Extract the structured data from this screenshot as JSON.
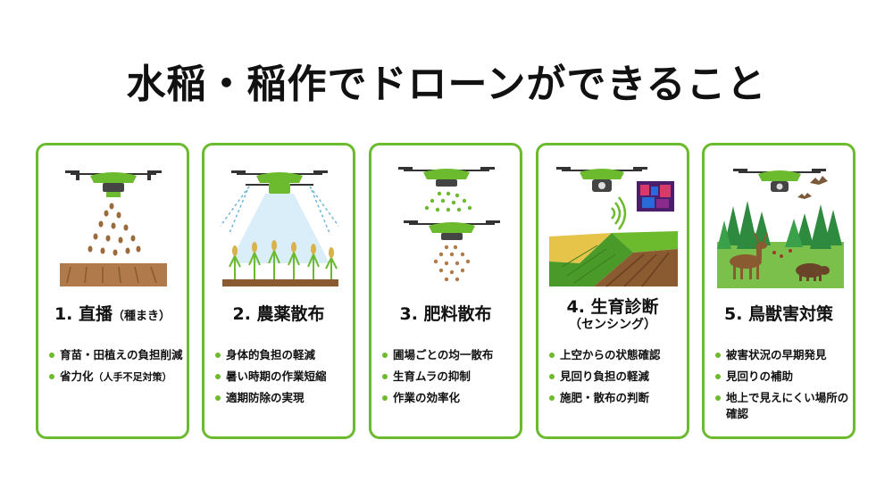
{
  "title": "水稲・稲作でドローンができること",
  "colors": {
    "accent": "#6cba2e",
    "drone": "#6cba2e",
    "soil": "#b07a4a"
  },
  "cards": [
    {
      "heading": "1. 直播",
      "heading_sub": "（種まき）",
      "icon": "seeding-drone-icon",
      "items": [
        {
          "text": "育苗・田植えの負担削減"
        },
        {
          "text": "省力化",
          "small": "（人手不足対策）"
        }
      ]
    },
    {
      "heading": "2. 農薬散布",
      "icon": "pesticide-spray-drone-icon",
      "items": [
        {
          "text": "身体的負担の軽減"
        },
        {
          "text": "暑い時期の作業短縮"
        },
        {
          "text": "適期防除の実現"
        }
      ]
    },
    {
      "heading": "3. 肥料散布",
      "icon": "fertilizer-drone-icon",
      "items": [
        {
          "text": "圃場ごとの均一散布"
        },
        {
          "text": "生育ムラの抑制"
        },
        {
          "text": "作業の効率化"
        }
      ]
    },
    {
      "heading": "4. 生育診断",
      "heading_line2": "（センシング）",
      "icon": "sensing-drone-icon",
      "items": [
        {
          "text": "上空からの状態確認"
        },
        {
          "text": "見回り負担の軽減"
        },
        {
          "text": "施肥・散布の判断"
        }
      ]
    },
    {
      "heading": "5. 鳥獣害対策",
      "icon": "wildlife-camera-drone-icon",
      "items": [
        {
          "text": "被害状況の早期発見"
        },
        {
          "text": "見回りの補助"
        },
        {
          "text": "地上で見えにくい場所の確認"
        }
      ]
    }
  ]
}
